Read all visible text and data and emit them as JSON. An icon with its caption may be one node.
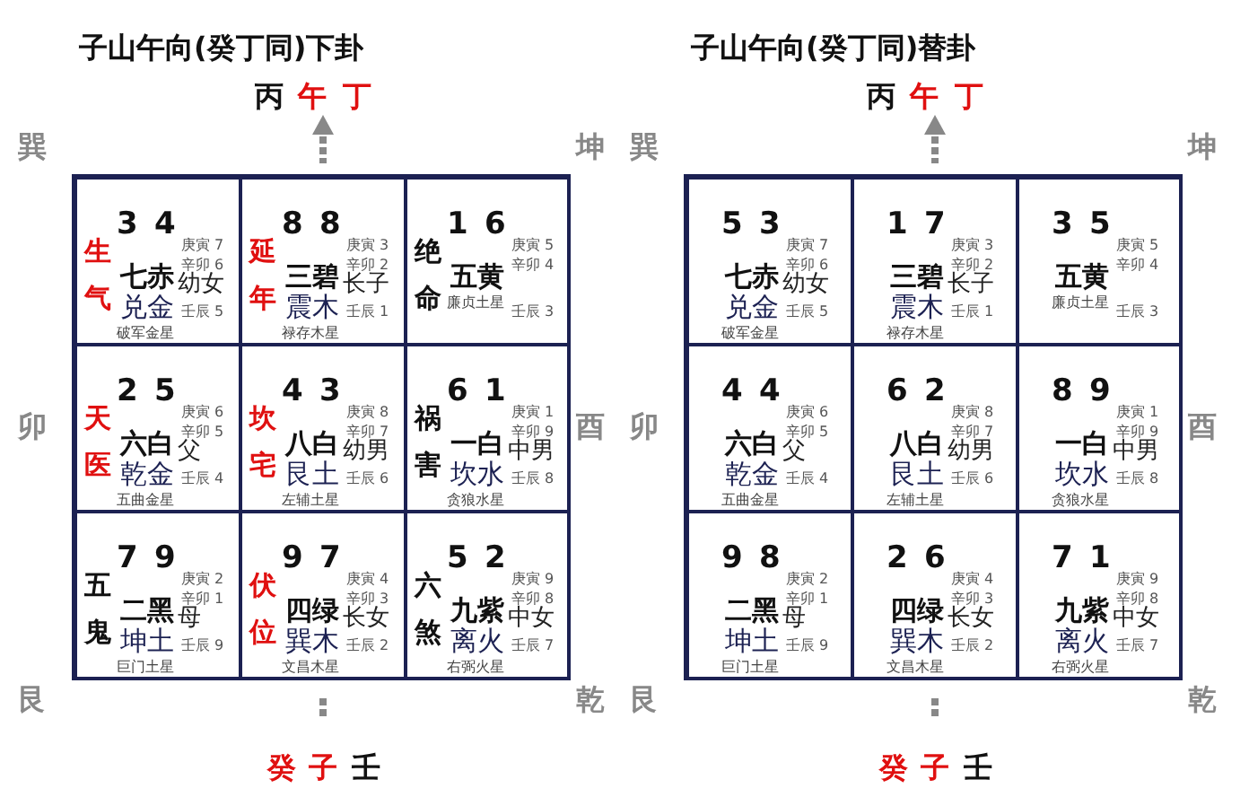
{
  "diagram": {
    "nodes": [
      {
        "text": [
          "子山午向(癸丁同)下卦"
        ],
        "beside": [
          "丙",
          "午",
          "丁",
          "巽",
          "坤",
          "卯",
          "酉",
          "艮",
          "乾",
          "癸",
          "子",
          "壬"
        ]
      },
      {
        "text": [
          "3",
          "4",
          "生气",
          "庚寅 7",
          "辛卯 6",
          "七赤",
          "幼女",
          "兑金",
          "壬辰 5",
          "破军金星"
        ],
        "in": 0
      },
      {
        "text": [
          "8",
          "8",
          "延年",
          "庚寅 3",
          "辛卯 2",
          "三碧",
          "长子",
          "震木",
          "壬辰 1",
          "禄存木星"
        ],
        "in": 0
      },
      {
        "text": [
          "1",
          "6",
          "绝命",
          "庚寅 5",
          "辛卯 4",
          "五黄",
          "廉贞土星",
          "壬辰 3"
        ],
        "in": 0
      },
      {
        "text": [
          "2",
          "5",
          "天医",
          "庚寅 6",
          "辛卯 5",
          "六白",
          "父",
          "乾金",
          "壬辰 4",
          "五曲金星"
        ],
        "in": 0
      },
      {
        "text": [
          "4",
          "3",
          "坎宅",
          "庚寅 8",
          "辛卯 7",
          "八白",
          "幼男",
          "艮土",
          "壬辰 6",
          "左辅土星"
        ],
        "in": 0
      },
      {
        "text": [
          "6",
          "1",
          "祸害",
          "庚寅 1",
          "辛卯 9",
          "一白",
          "中男",
          "坎水",
          "壬辰 8",
          "贪狼水星"
        ],
        "in": 0
      },
      {
        "text": [
          "7",
          "9",
          "五鬼",
          "庚寅 2",
          "辛卯 1",
          "二黑",
          "母",
          "坤土",
          "壬辰 9",
          "巨门土星"
        ],
        "in": 0
      },
      {
        "text": [
          "9",
          "7",
          "伏位",
          "庚寅 4",
          "辛卯 3",
          "四绿",
          "长女",
          "巽木",
          "壬辰 2",
          "文昌木星"
        ],
        "in": 0
      },
      {
        "text": [
          "5",
          "2",
          "六煞",
          "庚寅 9",
          "辛卯 8",
          "九紫",
          "中女",
          "离火",
          "壬辰 7",
          "右弼火星"
        ],
        "in": 0
      },
      {
        "text": [
          "子山午向(癸丁同)替卦"
        ],
        "beside": [
          "丙",
          "午",
          "丁",
          "巽",
          "坤",
          "卯",
          "酉",
          "艮",
          "乾",
          "癸",
          "子",
          "壬"
        ]
      },
      {
        "text": [
          "5",
          "3",
          "庚寅 7",
          "辛卯 6",
          "七赤",
          "幼女",
          "兑金",
          "壬辰 5",
          "破军金星"
        ],
        "in": 10
      },
      {
        "text": [
          "1",
          "7",
          "庚寅 3",
          "辛卯 2",
          "三碧",
          "长子",
          "震木",
          "壬辰 1",
          "禄存木星"
        ],
        "in": 10
      },
      {
        "text": [
          "3",
          "5",
          "庚寅 5",
          "辛卯 4",
          "五黄",
          "廉贞土星",
          "壬辰 3"
        ],
        "in": 10
      },
      {
        "text": [
          "4",
          "4",
          "庚寅 6",
          "辛卯 5",
          "六白",
          "父",
          "乾金",
          "壬辰 4",
          "五曲金星"
        ],
        "in": 10
      },
      {
        "text": [
          "6",
          "2",
          "庚寅 8",
          "辛卯 7",
          "八白",
          "幼男",
          "艮土",
          "壬辰 6",
          "左辅土星"
        ],
        "in": 10
      },
      {
        "text": [
          "8",
          "9",
          "庚寅 1",
          "辛卯 9",
          "一白",
          "中男",
          "坎水",
          "壬辰 8",
          "贪狼水星"
        ],
        "in": 10
      },
      {
        "text": [
          "9",
          "8",
          "庚寅 2",
          "辛卯 1",
          "二黑",
          "母",
          "坤土",
          "壬辰 9",
          "巨门土星"
        ],
        "in": 10
      },
      {
        "text": [
          "2",
          "6",
          "庚寅 4",
          "辛卯 3",
          "四绿",
          "长女",
          "巽木",
          "壬辰 2",
          "文昌木星"
        ],
        "in": 10
      },
      {
        "text": [
          "7",
          "1",
          "庚寅 9",
          "辛卯 8",
          "九紫",
          "中女",
          "离火",
          "壬辰 7",
          "右弼火星"
        ],
        "in": 10
      }
    ]
  }
}
